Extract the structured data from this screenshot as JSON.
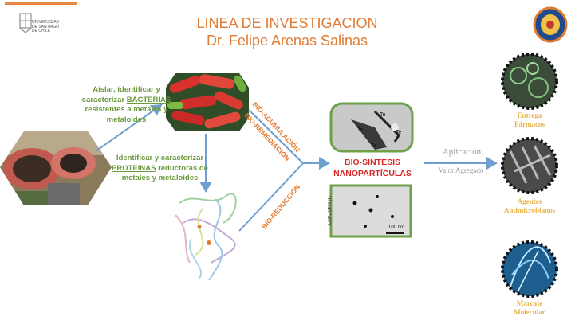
{
  "university": {
    "line1": "UNIVERSIDAD",
    "line2": "DE SANTIAGO",
    "line3": "DE CHILE"
  },
  "title": {
    "line1": "LINEA DE INVESTIGACION",
    "line2": "Dr. Felipe Arenas Salinas"
  },
  "bacteria_text": {
    "line1": "Aislar, identificar y",
    "line2_prefix": "caracterizar ",
    "line2_key": "BACTERIAS",
    "line3": "resistentes a metales y",
    "line4": "metaloides"
  },
  "protein_text": {
    "line1": "Identificar y caracterizar",
    "line2_key": "PROTEINAS",
    "line2_suffix": " reductoras de",
    "line3": "metales y metaloides"
  },
  "processes": {
    "acumulacion": "BIO-ACUMULACIÓN",
    "remediacion": "BIO-REMEDIACIÓN",
    "reduccion": "BIO-REDUCCIÓN"
  },
  "center": {
    "line1": "BIO-SÍNTESIS",
    "line2": "NANOPARTÍCULAS",
    "micro_labels": [
      "Te",
      "Te",
      "Te",
      "Te"
    ],
    "scale": "100 nm",
    "side": "AuNPs-MF98 (1)"
  },
  "application": {
    "title": "Aplicación",
    "subtitle": "Valor Agregado"
  },
  "uses": [
    {
      "line1": "Entrega",
      "line2": "Fármacos"
    },
    {
      "line1": "Agentes",
      "line2": "Antimicrobianos"
    },
    {
      "line1": "Marcaje",
      "line2": "Molecular"
    }
  ],
  "colors": {
    "orange": "#e07b34",
    "green": "#6c9a3d",
    "blue": "#6f9fd0",
    "red": "#d62b2b",
    "gold": "#e8b24a"
  }
}
